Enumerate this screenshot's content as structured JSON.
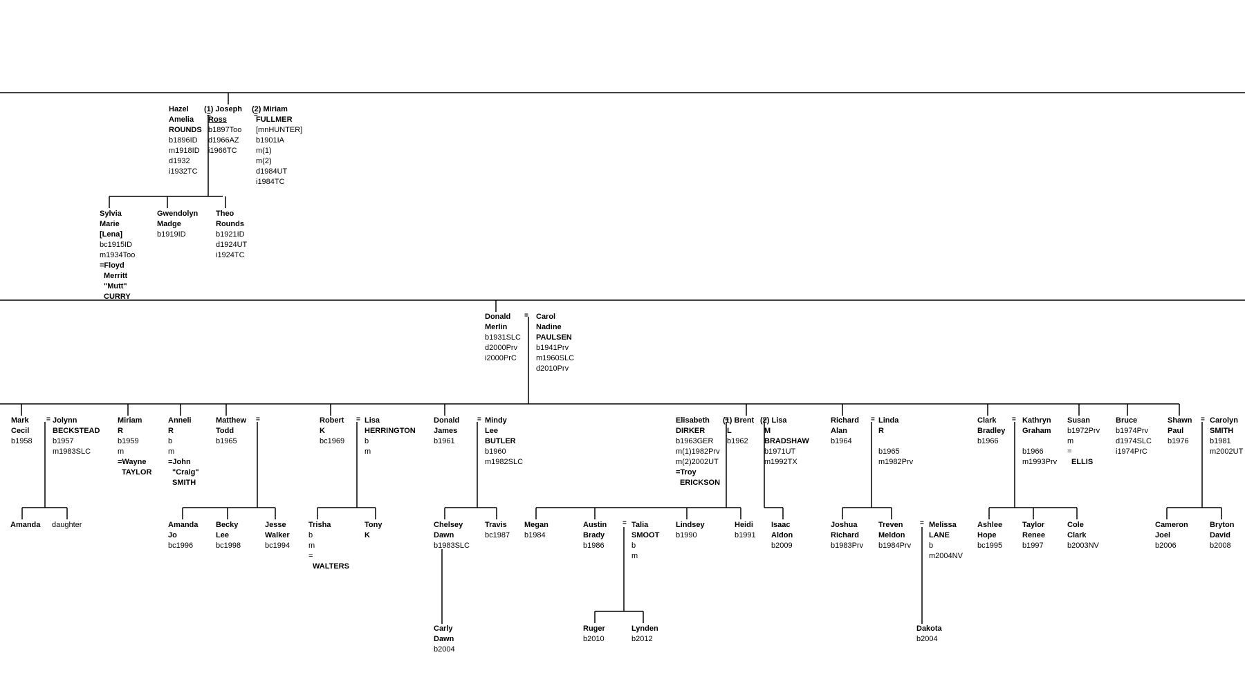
{
  "people": [
    {
      "id": "hazel",
      "lines": [
        {
          "t": "Hazel",
          "s": "b"
        },
        {
          "t": "Amelia",
          "s": "b"
        },
        {
          "t": "ROUNDS",
          "s": "b"
        },
        {
          "t": "b1896ID"
        },
        {
          "t": "m1918ID"
        },
        {
          "t": "d1932"
        },
        {
          "t": "i1932TC"
        }
      ]
    },
    {
      "id": "joseph",
      "lines": [
        {
          "t": "(1) Joseph",
          "s": "b"
        },
        {
          "t": "Ross",
          "s": "bu",
          "indent": 1
        },
        {
          "t": "b1897Too",
          "indent": 1
        },
        {
          "t": "d1966AZ",
          "indent": 1
        },
        {
          "t": "i1966TC",
          "indent": 1
        }
      ]
    },
    {
      "id": "miriam-f",
      "lines": [
        {
          "t": "(2) Miriam",
          "s": "b"
        },
        {
          "t": "FULLMER",
          "s": "b",
          "indent": 1
        },
        {
          "t": "[mnHUNTER]",
          "indent": 1
        },
        {
          "t": "b1901IA",
          "indent": 1
        },
        {
          "t": "m(1)",
          "indent": 1
        },
        {
          "t": "m(2)",
          "indent": 1
        },
        {
          "t": "d1984UT",
          "indent": 1
        },
        {
          "t": "i1984TC",
          "indent": 1
        }
      ]
    },
    {
      "id": "sylvia",
      "lines": [
        {
          "t": "Sylvia",
          "s": "b"
        },
        {
          "t": "Marie",
          "s": "b"
        },
        {
          "t": "[Lena]",
          "s": "b"
        },
        {
          "t": "bc1915ID"
        },
        {
          "t": "m1934Too"
        },
        {
          "t": "=Floyd",
          "s": "b"
        },
        {
          "t": "Merritt",
          "s": "b",
          "indent": 1
        },
        {
          "t": "\"Mutt\"",
          "s": "b",
          "indent": 1
        },
        {
          "t": "CURRY",
          "s": "b",
          "indent": 1
        }
      ]
    },
    {
      "id": "gwendolyn",
      "lines": [
        {
          "t": "Gwendolyn",
          "s": "b"
        },
        {
          "t": "Madge",
          "s": "b"
        },
        {
          "t": "b1919ID"
        }
      ]
    },
    {
      "id": "theo",
      "lines": [
        {
          "t": "Theo",
          "s": "b"
        },
        {
          "t": "Rounds",
          "s": "b"
        },
        {
          "t": "b1921ID"
        },
        {
          "t": "d1924UT"
        },
        {
          "t": "i1924TC"
        }
      ]
    },
    {
      "id": "donald-m",
      "lines": [
        {
          "t": "Donald",
          "s": "b"
        },
        {
          "t": "Merlin",
          "s": "b"
        },
        {
          "t": "b1931SLC"
        },
        {
          "t": "d2000Prv"
        },
        {
          "t": "i2000PrC"
        }
      ]
    },
    {
      "id": "carol",
      "lines": [
        {
          "t": "Carol",
          "s": "b"
        },
        {
          "t": "Nadine",
          "s": "b"
        },
        {
          "t": "PAULSEN",
          "s": "b"
        },
        {
          "t": "b1941Prv"
        },
        {
          "t": "m1960SLC"
        },
        {
          "t": "d2010Prv"
        }
      ]
    },
    {
      "id": "mark",
      "lines": [
        {
          "t": "Mark",
          "s": "b"
        },
        {
          "t": "Cecil",
          "s": "b"
        },
        {
          "t": "b1958"
        }
      ]
    },
    {
      "id": "jolynn",
      "lines": [
        {
          "t": "Jolynn",
          "s": "b"
        },
        {
          "t": "BECKSTEAD",
          "s": "b"
        },
        {
          "t": "b1957"
        },
        {
          "t": "m1983SLC"
        }
      ]
    },
    {
      "id": "miriam-r",
      "lines": [
        {
          "t": "Miriam",
          "s": "b"
        },
        {
          "t": "R",
          "s": "b"
        },
        {
          "t": "b1959"
        },
        {
          "t": "m"
        },
        {
          "t": "=Wayne",
          "s": "b"
        },
        {
          "t": "TAYLOR",
          "s": "b",
          "indent": 1
        }
      ]
    },
    {
      "id": "anneli",
      "lines": [
        {
          "t": "Anneli",
          "s": "b"
        },
        {
          "t": "R",
          "s": "b"
        },
        {
          "t": "b"
        },
        {
          "t": "m"
        },
        {
          "t": "=John",
          "s": "b"
        },
        {
          "t": "\"Craig\"",
          "s": "b",
          "indent": 1
        },
        {
          "t": "SMITH",
          "s": "b",
          "indent": 1
        }
      ]
    },
    {
      "id": "matthew",
      "lines": [
        {
          "t": "Matthew",
          "s": "b"
        },
        {
          "t": "Todd",
          "s": "b"
        },
        {
          "t": "b1965"
        }
      ]
    },
    {
      "id": "robert",
      "lines": [
        {
          "t": "Robert",
          "s": "b"
        },
        {
          "t": "K",
          "s": "b"
        },
        {
          "t": "bc1969"
        }
      ]
    },
    {
      "id": "lisa-h",
      "lines": [
        {
          "t": "Lisa",
          "s": "b"
        },
        {
          "t": "HERRINGTON",
          "s": "b"
        },
        {
          "t": "b"
        },
        {
          "t": "m"
        }
      ]
    },
    {
      "id": "donald-j",
      "lines": [
        {
          "t": "Donald",
          "s": "b"
        },
        {
          "t": "James",
          "s": "b"
        },
        {
          "t": "b1961"
        }
      ]
    },
    {
      "id": "mindy",
      "lines": [
        {
          "t": "Mindy",
          "s": "b"
        },
        {
          "t": "Lee",
          "s": "b"
        },
        {
          "t": "BUTLER",
          "s": "b"
        },
        {
          "t": "b1960"
        },
        {
          "t": "m1982SLC"
        }
      ]
    },
    {
      "id": "elisabeth",
      "lines": [
        {
          "t": "Elisabeth",
          "s": "b"
        },
        {
          "t": "DIRKER",
          "s": "b"
        },
        {
          "t": "b1963GER"
        },
        {
          "t": "m(1)1982Prv"
        },
        {
          "t": "m(2)2002UT"
        },
        {
          "t": "=Troy",
          "s": "b"
        },
        {
          "t": "ERICKSON",
          "s": "b",
          "indent": 1
        }
      ]
    },
    {
      "id": "brent",
      "lines": [
        {
          "t": "(1) Brent",
          "s": "b"
        },
        {
          "t": "L",
          "s": "b",
          "indent": 1
        },
        {
          "t": "b1962",
          "indent": 1
        }
      ]
    },
    {
      "id": "lisa-m",
      "lines": [
        {
          "t": "(2) Lisa",
          "s": "b"
        },
        {
          "t": "M",
          "s": "b",
          "indent": 1
        },
        {
          "t": "BRADSHAW",
          "s": "b",
          "indent": 1
        },
        {
          "t": "b1971UT",
          "indent": 1
        },
        {
          "t": "m1992TX",
          "indent": 1
        }
      ]
    },
    {
      "id": "richard",
      "lines": [
        {
          "t": "Richard",
          "s": "b"
        },
        {
          "t": "Alan",
          "s": "b"
        },
        {
          "t": "b1964"
        }
      ]
    },
    {
      "id": "linda",
      "lines": [
        {
          "t": "Linda",
          "s": "b"
        },
        {
          "t": "R",
          "s": "b"
        },
        {
          "t": ""
        },
        {
          "t": "b1965"
        },
        {
          "t": "m1982Prv"
        }
      ]
    },
    {
      "id": "clark",
      "lines": [
        {
          "t": "Clark",
          "s": "b"
        },
        {
          "t": "Bradley",
          "s": "b"
        },
        {
          "t": "b1966"
        }
      ]
    },
    {
      "id": "kathryn",
      "lines": [
        {
          "t": "Kathryn",
          "s": "b"
        },
        {
          "t": "Graham",
          "s": "b"
        },
        {
          "t": ""
        },
        {
          "t": "b1966"
        },
        {
          "t": "m1993Prv"
        }
      ]
    },
    {
      "id": "susan",
      "lines": [
        {
          "t": "Susan",
          "s": "b"
        },
        {
          "t": "b1972Prv"
        },
        {
          "t": "m"
        },
        {
          "t": "="
        },
        {
          "t": "ELLIS",
          "s": "b",
          "indent": 1
        }
      ]
    },
    {
      "id": "bruce",
      "lines": [
        {
          "t": "Bruce",
          "s": "b"
        },
        {
          "t": "b1974Prv"
        },
        {
          "t": "d1974SLC"
        },
        {
          "t": "i1974PrC"
        }
      ]
    },
    {
      "id": "shawn",
      "lines": [
        {
          "t": "Shawn",
          "s": "b"
        },
        {
          "t": "Paul",
          "s": "b"
        },
        {
          "t": "b1976"
        }
      ]
    },
    {
      "id": "carolyn",
      "lines": [
        {
          "t": "Carolyn",
          "s": "b"
        },
        {
          "t": "SMITH",
          "s": "b"
        },
        {
          "t": "b1981"
        },
        {
          "t": "m2002UT"
        }
      ]
    },
    {
      "id": "amanda",
      "lines": [
        {
          "t": "Amanda",
          "s": "b"
        }
      ]
    },
    {
      "id": "daughter",
      "lines": [
        {
          "t": "daughter"
        }
      ]
    },
    {
      "id": "amanda-jo",
      "lines": [
        {
          "t": "Amanda",
          "s": "b"
        },
        {
          "t": "Jo",
          "s": "b"
        },
        {
          "t": "bc1996"
        }
      ]
    },
    {
      "id": "becky",
      "lines": [
        {
          "t": "Becky",
          "s": "b"
        },
        {
          "t": "Lee",
          "s": "b"
        },
        {
          "t": "bc1998"
        }
      ]
    },
    {
      "id": "jesse",
      "lines": [
        {
          "t": "Jesse",
          "s": "b"
        },
        {
          "t": "Walker",
          "s": "b"
        },
        {
          "t": "bc1994"
        }
      ]
    },
    {
      "id": "trisha",
      "lines": [
        {
          "t": "Trisha",
          "s": "b"
        },
        {
          "t": "b"
        },
        {
          "t": "m"
        },
        {
          "t": "="
        },
        {
          "t": "WALTERS",
          "s": "b",
          "indent": 1
        }
      ]
    },
    {
      "id": "tony",
      "lines": [
        {
          "t": "Tony",
          "s": "b"
        },
        {
          "t": "K",
          "s": "b"
        }
      ]
    },
    {
      "id": "chelsey",
      "lines": [
        {
          "t": "Chelsey",
          "s": "b"
        },
        {
          "t": "Dawn",
          "s": "b"
        },
        {
          "t": "b1983SLC"
        }
      ]
    },
    {
      "id": "travis",
      "lines": [
        {
          "t": "Travis",
          "s": "b"
        },
        {
          "t": "bc1987"
        }
      ]
    },
    {
      "id": "megan",
      "lines": [
        {
          "t": "Megan",
          "s": "b"
        },
        {
          "t": "b1984"
        }
      ]
    },
    {
      "id": "austin",
      "lines": [
        {
          "t": "Austin",
          "s": "b"
        },
        {
          "t": "Brady",
          "s": "b"
        },
        {
          "t": "b1986"
        }
      ]
    },
    {
      "id": "talia",
      "lines": [
        {
          "t": "Talia",
          "s": "b"
        },
        {
          "t": "SMOOT",
          "s": "b"
        },
        {
          "t": "b"
        },
        {
          "t": "m"
        }
      ]
    },
    {
      "id": "lindsey",
      "lines": [
        {
          "t": "Lindsey",
          "s": "b"
        },
        {
          "t": "b1990"
        }
      ]
    },
    {
      "id": "heidi",
      "lines": [
        {
          "t": "Heidi",
          "s": "b"
        },
        {
          "t": "b1991"
        }
      ]
    },
    {
      "id": "isaac",
      "lines": [
        {
          "t": "Isaac",
          "s": "b"
        },
        {
          "t": "Aldon",
          "s": "b"
        },
        {
          "t": "b2009"
        }
      ]
    },
    {
      "id": "joshua",
      "lines": [
        {
          "t": "Joshua",
          "s": "b"
        },
        {
          "t": "Richard",
          "s": "b"
        },
        {
          "t": "b1983Prv"
        }
      ]
    },
    {
      "id": "treven",
      "lines": [
        {
          "t": "Treven",
          "s": "b"
        },
        {
          "t": "Meldon",
          "s": "b"
        },
        {
          "t": "b1984Prv"
        }
      ]
    },
    {
      "id": "melissa",
      "lines": [
        {
          "t": "Melissa",
          "s": "b"
        },
        {
          "t": "LANE",
          "s": "b"
        },
        {
          "t": "b"
        },
        {
          "t": "m2004NV"
        }
      ]
    },
    {
      "id": "ashlee",
      "lines": [
        {
          "t": "Ashlee",
          "s": "b"
        },
        {
          "t": "Hope",
          "s": "b"
        },
        {
          "t": "bc1995"
        }
      ]
    },
    {
      "id": "taylor",
      "lines": [
        {
          "t": "Taylor",
          "s": "b"
        },
        {
          "t": "Renee",
          "s": "b"
        },
        {
          "t": "b1997"
        }
      ]
    },
    {
      "id": "cole",
      "lines": [
        {
          "t": "Cole",
          "s": "b"
        },
        {
          "t": "Clark",
          "s": "b"
        },
        {
          "t": "b2003NV"
        }
      ]
    },
    {
      "id": "cameron",
      "lines": [
        {
          "t": "Cameron",
          "s": "b"
        },
        {
          "t": "Joel",
          "s": "b"
        },
        {
          "t": "b2006"
        }
      ]
    },
    {
      "id": "bryton",
      "lines": [
        {
          "t": "Bryton",
          "s": "b"
        },
        {
          "t": "David",
          "s": "b"
        },
        {
          "t": "b2008"
        }
      ]
    },
    {
      "id": "carly",
      "lines": [
        {
          "t": "Carly",
          "s": "b"
        },
        {
          "t": "Dawn",
          "s": "b"
        },
        {
          "t": "b2004"
        }
      ]
    },
    {
      "id": "ruger",
      "lines": [
        {
          "t": "Ruger",
          "s": "b"
        },
        {
          "t": "b2010"
        }
      ]
    },
    {
      "id": "lynden",
      "lines": [
        {
          "t": "Lynden",
          "s": "b"
        },
        {
          "t": "b2012"
        }
      ]
    },
    {
      "id": "dakota",
      "lines": [
        {
          "t": "Dakota",
          "s": "b"
        },
        {
          "t": "b2004"
        }
      ]
    }
  ],
  "marriage_symbol": "="
}
